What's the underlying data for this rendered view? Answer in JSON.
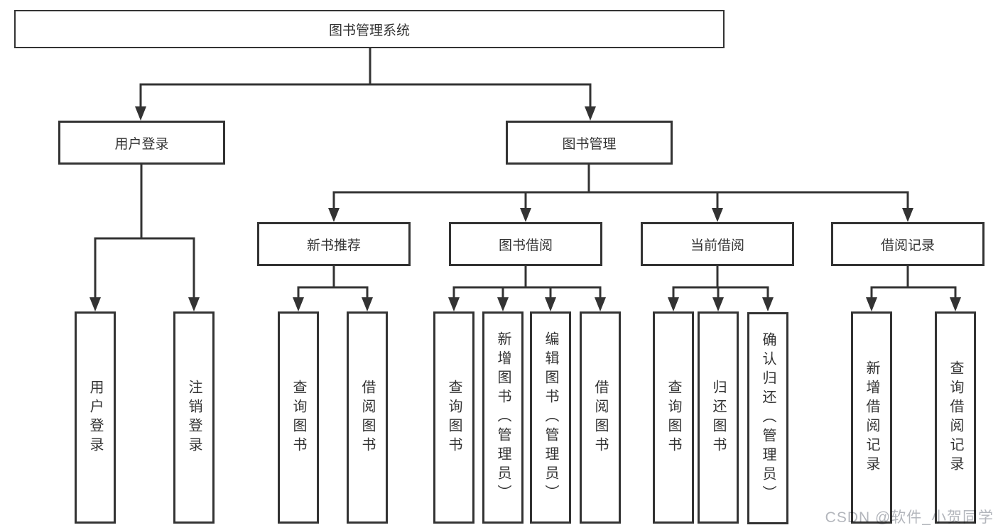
{
  "tree": {
    "label": "图书管理系统",
    "children": [
      {
        "label": "用户登录",
        "children": [
          {
            "label": "用户登录"
          },
          {
            "label": "注销登录"
          }
        ]
      },
      {
        "label": "图书管理",
        "children": [
          {
            "label": "新书推荐",
            "children": [
              {
                "label": "查询图书"
              },
              {
                "label": "借阅图书"
              }
            ]
          },
          {
            "label": "图书借阅",
            "children": [
              {
                "label": "查询图书"
              },
              {
                "label": "新增图书（管理员）"
              },
              {
                "label": "编辑图书（管理员）"
              },
              {
                "label": "借阅图书"
              }
            ]
          },
          {
            "label": "当前借阅",
            "children": [
              {
                "label": "查询图书"
              },
              {
                "label": "归还图书"
              },
              {
                "label": "确认归还（管理员）"
              }
            ]
          },
          {
            "label": "借阅记录",
            "children": [
              {
                "label": "新增借阅记录"
              },
              {
                "label": "查询借阅记录"
              }
            ]
          }
        ]
      }
    ]
  },
  "watermark": {
    "text": "CSDN @软件_小贺同学"
  },
  "colors": {
    "line": "#333333",
    "box_border": "#333333",
    "text": "#333333",
    "background": "#ffffff",
    "watermark": "#b3b6bc"
  }
}
